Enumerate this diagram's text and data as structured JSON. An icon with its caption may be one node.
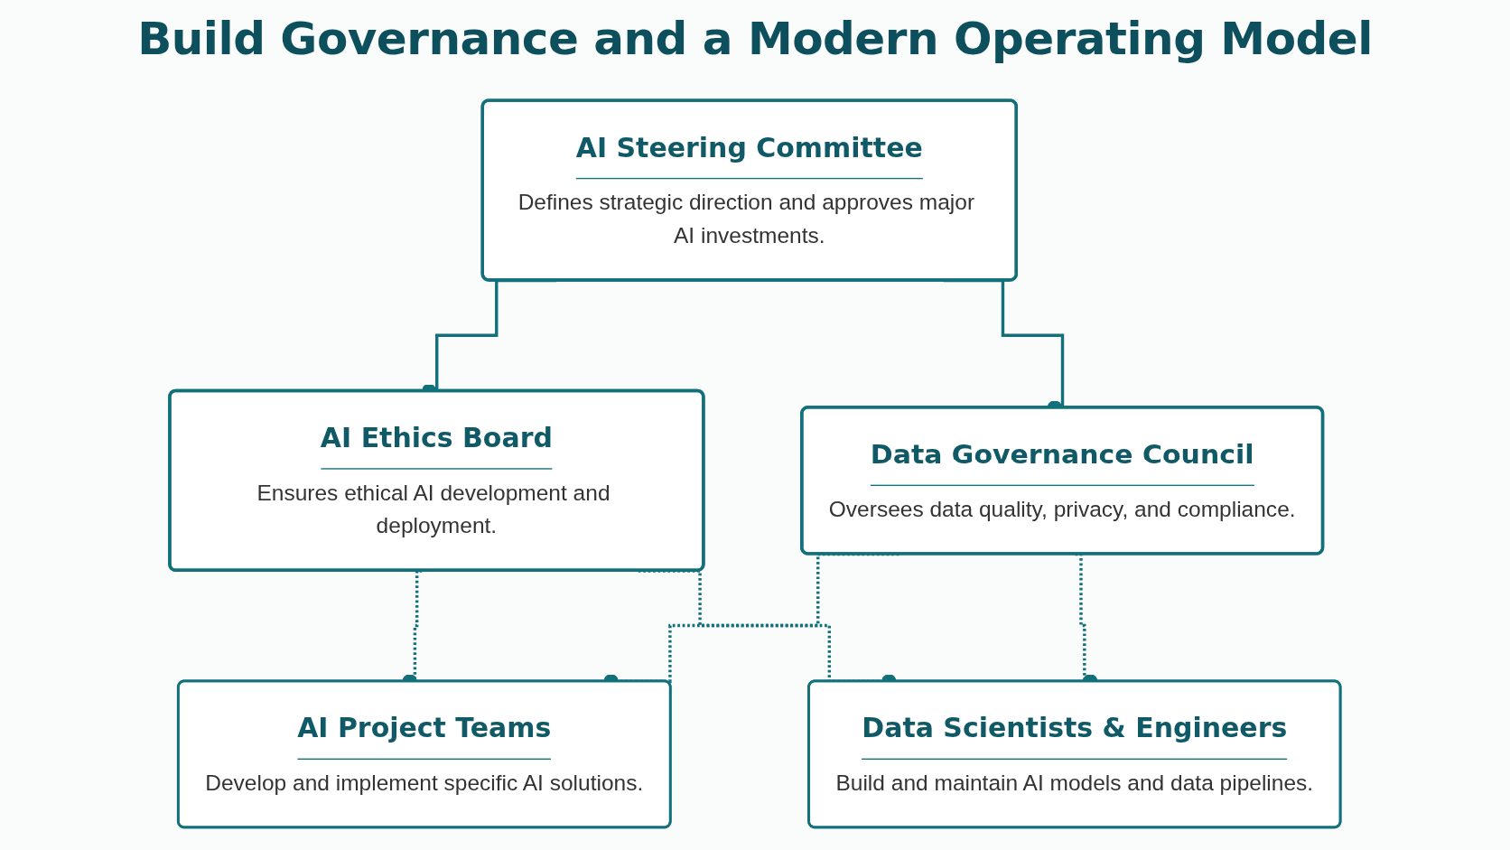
{
  "diagram": {
    "title": "Build Governance and a Modern Operating Model",
    "nodes": [
      {
        "text": [
          "AI Steering Committee",
          "Defines strategic direction and approves major AI investments."
        ]
      },
      {
        "text": [
          "AI Ethics Board",
          "Ensures ethical AI development and deployment."
        ]
      },
      {
        "text": [
          "Data Governance Council",
          "Oversees data quality, privacy, and compliance."
        ]
      },
      {
        "text": [
          "AI Project Teams",
          "Develop and implement specific AI solutions."
        ]
      },
      {
        "text": [
          "Data Scientists & Engineers",
          "Build and maintain AI models and data pipelines."
        ]
      }
    ],
    "edges": [
      {
        "from": 0,
        "to": 1,
        "arrow": "other"
      },
      {
        "from": 0,
        "to": 2,
        "arrow": "other"
      },
      {
        "from": 1,
        "to": 3,
        "arrow": "other",
        "style": "dashed"
      },
      {
        "from": 1,
        "to": 4,
        "arrow": "other",
        "style": "dashed"
      },
      {
        "from": 2,
        "to": 3,
        "arrow": "other",
        "style": "dashed"
      },
      {
        "from": 2,
        "to": 4,
        "arrow": "other",
        "style": "dashed"
      }
    ]
  }
}
